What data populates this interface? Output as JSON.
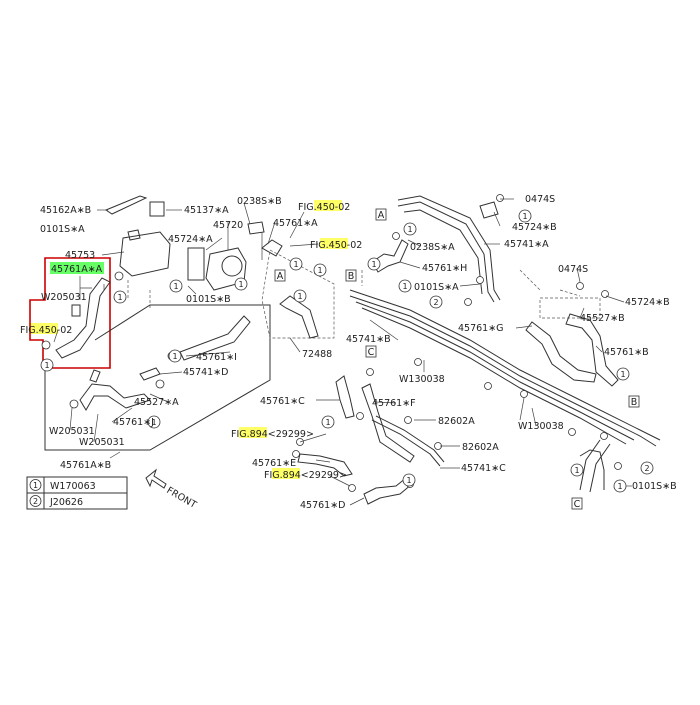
{
  "labels": {
    "p45162A_B": "45162A∗B",
    "p45137_A": "45137∗A",
    "p45720": "45720",
    "p0238S_B": "0238S∗B",
    "p45761_A": "45761∗A",
    "fig450_02_a": "FIG.450-02",
    "p45753": "45753",
    "p45724_A_left": "45724∗A",
    "fig450_02_b": "FIG.450-02",
    "p45761A_A": "45761A∗A",
    "p0101S_A_left": "0101S∗A",
    "pW205031_a": "W205031",
    "fig450_02_c": "FIG.450-02",
    "p0101S_B_mid": "0101S∗B",
    "p45761_I": "45761∗I",
    "p72488": "72488",
    "p45741_D": "45741∗D",
    "p45527_A": "45527∗A",
    "p45761_J": "45761∗J",
    "pW205031_b": "W205031",
    "pW205031_c": "W205031",
    "p45761A_B": "45761A∗B",
    "p0474S_top": "0474S",
    "p45724_B_top": "45724∗B",
    "p0238S_A": "0238S∗A",
    "p45741_A": "45741∗A",
    "p45761_H": "45761∗H",
    "p0101S_A_mid": "0101S∗A",
    "p0474S_right": "0474S",
    "p45724_B_right": "45724∗B",
    "p45527_B": "45527∗B",
    "p45761_G": "45761∗G",
    "p45741_B": "45741∗B",
    "p45761_B": "45761∗B",
    "pW130038_a": "W130038",
    "p45761_C": "45761∗C",
    "p45761_F": "45761∗F",
    "p82602A_a": "82602A",
    "pW130038_b": "W130038",
    "fig894_a": "FIG.894<29299>",
    "p82602A_b": "82602A",
    "p45761_E": "45761∗E",
    "p45741_C": "45741∗C",
    "fig894_b": "FIG.894<29299>",
    "p0101S_B_right": "0101S∗B",
    "p45761_D": "45761∗D",
    "front": "FRONT"
  },
  "refs": {
    "A": "A",
    "B": "B",
    "C": "C"
  },
  "legend": [
    {
      "num": "1",
      "part": "W170063"
    },
    {
      "num": "2",
      "part": "J20626"
    }
  ],
  "colors": {
    "highlight_yellow": "#ffff66",
    "highlight_green": "#66ff66",
    "selection_box": "#cc0000",
    "line": "#333333"
  }
}
